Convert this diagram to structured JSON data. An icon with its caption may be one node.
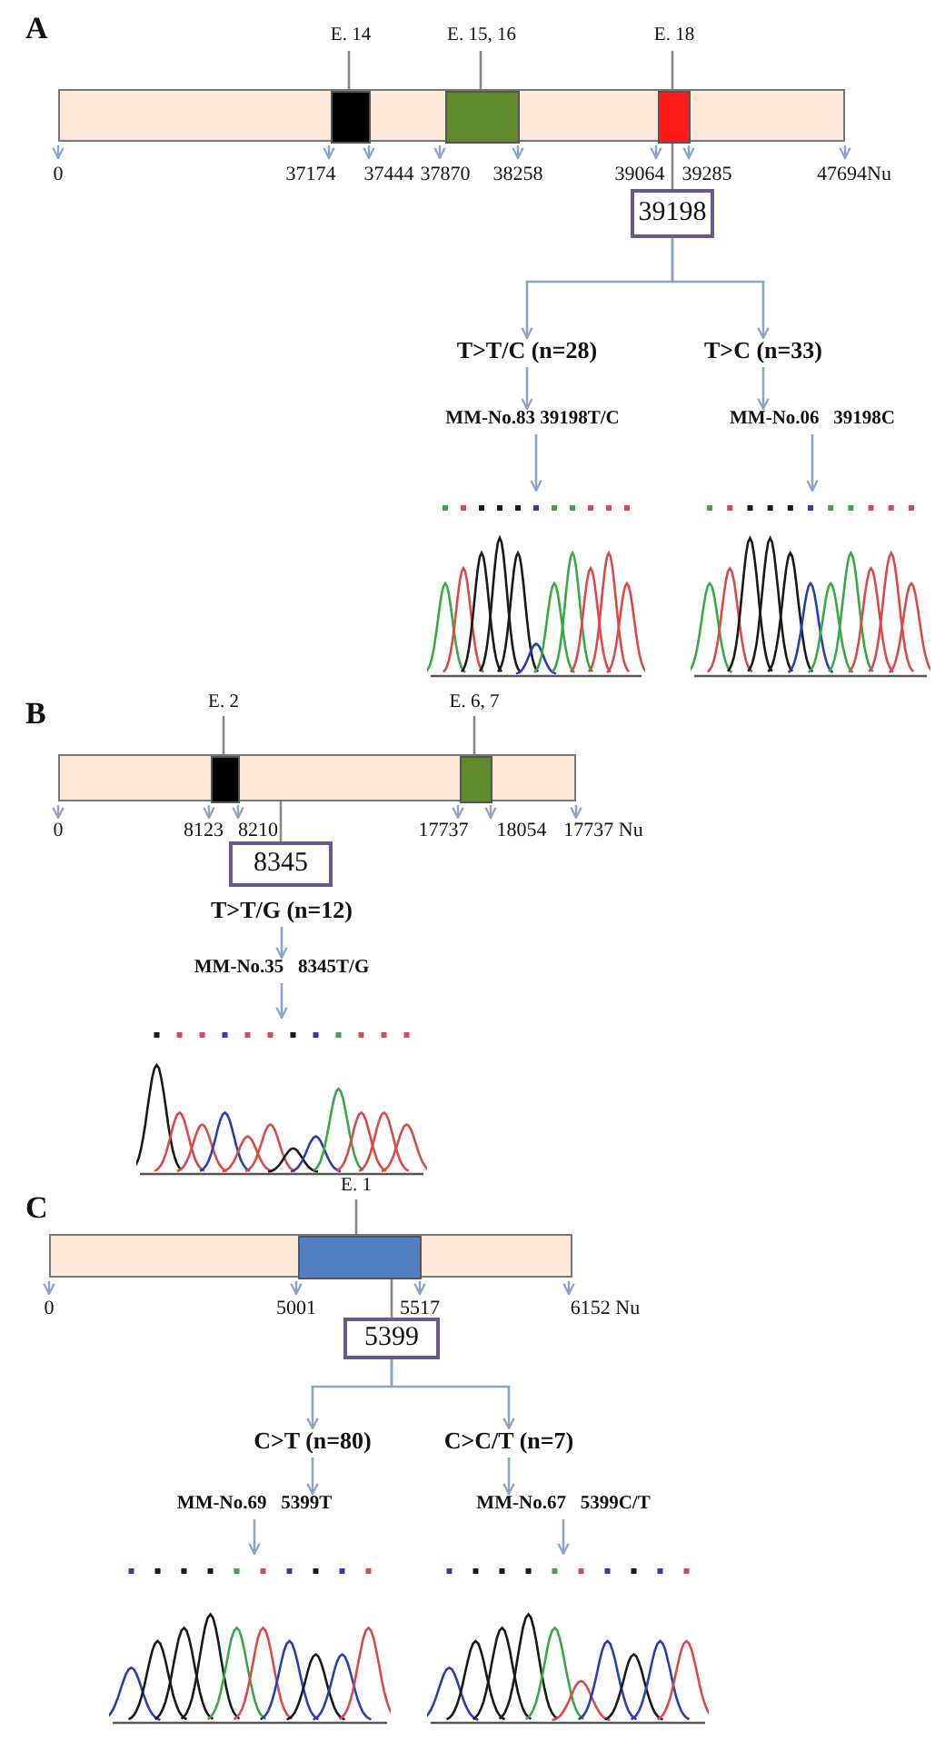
{
  "diagram": {
    "nodes": [
      {
        "text": [],
        "shape": "bar"
      },
      {
        "text": [],
        "shape": "box",
        "in": 0
      },
      {
        "text": [],
        "shape": "box",
        "in": 0
      },
      {
        "text": [],
        "shape": "box",
        "in": 0
      },
      {
        "text": [
          "E. 14"
        ]
      },
      {
        "text": [
          "E. 15, 16"
        ]
      },
      {
        "text": [
          "E. 18"
        ]
      },
      {
        "text": [
          "39198"
        ]
      },
      {
        "text": [
          "T>T/C (n=28)"
        ]
      },
      {
        "text": [
          "T>C (n=33)"
        ]
      },
      {
        "text": [
          "MM-No.83 39198T/C"
        ]
      },
      {
        "text": [
          "MM-No.06   39198C"
        ]
      },
      {
        "text": [],
        "shape": "picture"
      },
      {
        "text": [],
        "shape": "picture"
      },
      {
        "text": [],
        "shape": "bar"
      },
      {
        "text": [],
        "shape": "box",
        "in": 14
      },
      {
        "text": [],
        "shape": "box",
        "in": 14
      },
      {
        "text": [
          "E. 2"
        ]
      },
      {
        "text": [
          "E. 6, 7"
        ]
      },
      {
        "text": [
          "8345"
        ]
      },
      {
        "text": [
          "T>T/G (n=12)"
        ]
      },
      {
        "text": [
          "MM-No.35   8345T/G"
        ]
      },
      {
        "text": [],
        "shape": "picture"
      },
      {
        "text": [],
        "shape": "bar"
      },
      {
        "text": [],
        "shape": "box",
        "in": 23
      },
      {
        "text": [
          "E. 1"
        ]
      },
      {
        "text": [
          "5399"
        ]
      },
      {
        "text": [
          "C>T (n=80)"
        ]
      },
      {
        "text": [
          "C>C/T (n=7)"
        ]
      },
      {
        "text": [
          "MM-No.69   5399T"
        ]
      },
      {
        "text": [
          "MM-No.67   5399C/T"
        ]
      },
      {
        "text": [],
        "shape": "picture"
      },
      {
        "text": [],
        "shape": "picture"
      }
    ],
    "edges": [
      {
        "from": 4,
        "to": 1,
        "arrow": "none"
      },
      {
        "from": 5,
        "to": 2,
        "arrow": "none"
      },
      {
        "from": 6,
        "to": 3,
        "arrow": "none"
      },
      {
        "from": 3,
        "to": 7,
        "arrow": "none"
      },
      {
        "from": 7,
        "to": 8,
        "arrow": "to"
      },
      {
        "from": 7,
        "to": 9,
        "arrow": "to"
      },
      {
        "from": 8,
        "to": 10,
        "arrow": "to"
      },
      {
        "from": 9,
        "to": 11,
        "arrow": "to"
      },
      {
        "from": 10,
        "to": 12,
        "arrow": "to"
      },
      {
        "from": 11,
        "to": 13,
        "arrow": "to"
      },
      {
        "from": 17,
        "to": 15,
        "arrow": "none"
      },
      {
        "from": 18,
        "to": 16,
        "arrow": "none"
      },
      {
        "from": 14,
        "to": 19,
        "arrow": "none"
      },
      {
        "from": 20,
        "to": 21,
        "arrow": "to"
      },
      {
        "from": 21,
        "to": 22,
        "arrow": "to"
      },
      {
        "from": 25,
        "to": 24,
        "arrow": "none"
      },
      {
        "from": 24,
        "to": 26,
        "arrow": "none"
      },
      {
        "from": 26,
        "to": 27,
        "arrow": "to"
      },
      {
        "from": 26,
        "to": 28,
        "arrow": "to"
      },
      {
        "from": 27,
        "to": 29,
        "arrow": "to"
      },
      {
        "from": 28,
        "to": 30,
        "arrow": "to"
      },
      {
        "from": 29,
        "to": 31,
        "arrow": "to"
      },
      {
        "from": 30,
        "to": 32,
        "arrow": "to"
      }
    ],
    "labels": [
      "A",
      "0",
      "37174",
      "37444",
      "37870",
      "38258",
      "39064",
      "39285",
      "47694Nu",
      "B",
      "0",
      "8123",
      "8210",
      "17737",
      "18054",
      "17737 Nu",
      "C",
      "0",
      "5001",
      "5517",
      "6152 Nu"
    ]
  }
}
